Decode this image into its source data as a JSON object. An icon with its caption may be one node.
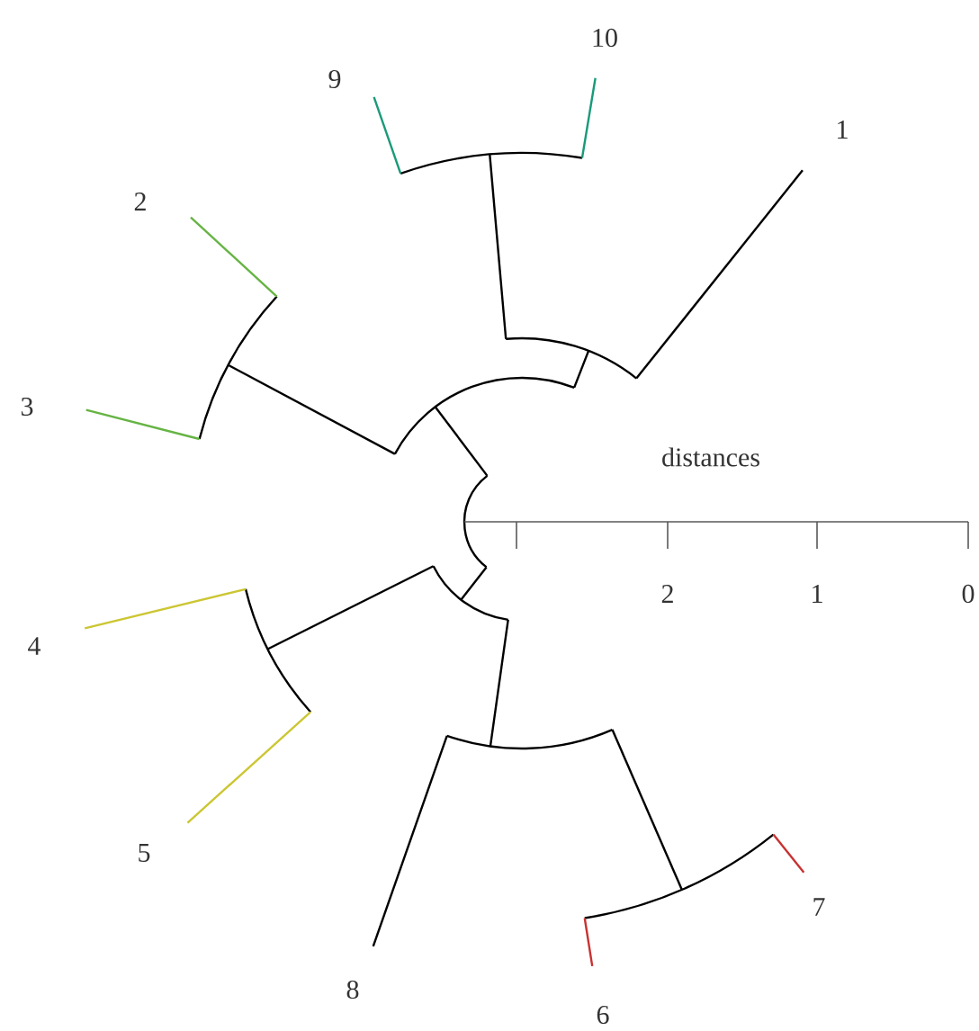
{
  "diagram": {
    "labels": [
      "10",
      "9",
      "1",
      "2",
      "3",
      "distances",
      "2",
      "1",
      "0",
      "4",
      "5",
      "7",
      "8",
      "6"
    ]
  }
}
